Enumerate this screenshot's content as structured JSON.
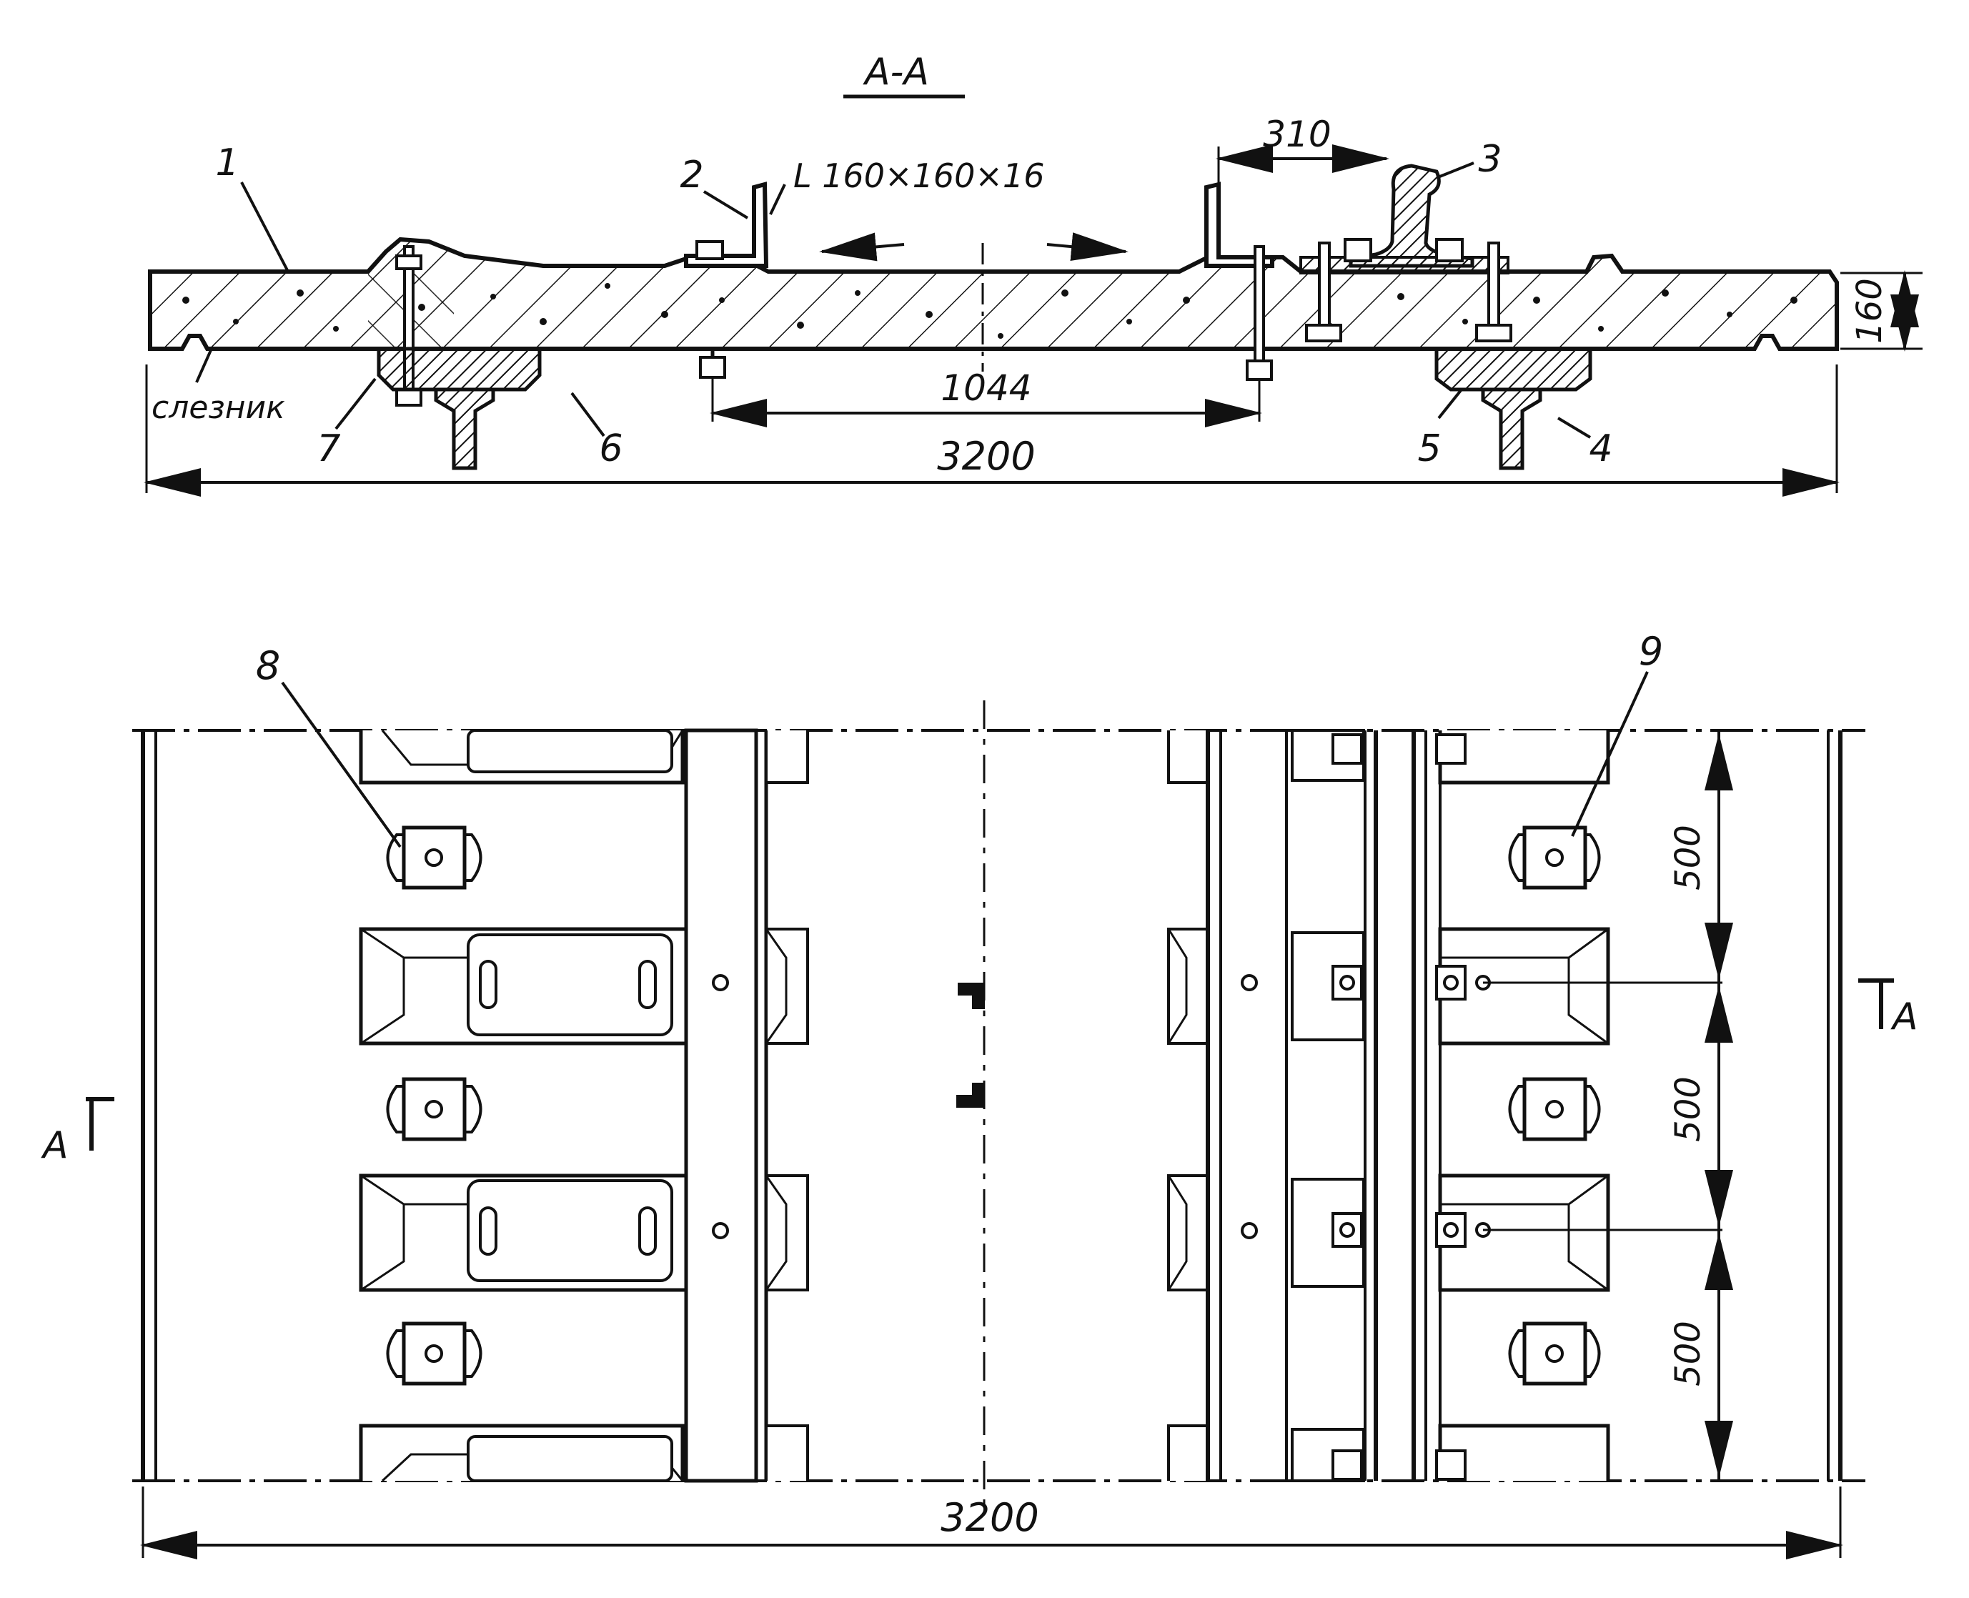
{
  "section_title": "А-А",
  "angle_profile": "L 160×160×16",
  "drip_label": "слезник",
  "callouts": [
    "1",
    "2",
    "3",
    "4",
    "5",
    "6",
    "7",
    "8",
    "9"
  ],
  "dimensions": {
    "rail_offset": "310",
    "slab_thickness": "160",
    "bolt_spacing": "1044",
    "section_width": "3200",
    "plan_width": "3200",
    "bay_1": "500",
    "bay_2": "500",
    "bay_3": "500"
  },
  "section_marks": {
    "left": "А",
    "right": "А"
  },
  "colors": {
    "ink": "#111111",
    "paper": "#ffffff"
  }
}
